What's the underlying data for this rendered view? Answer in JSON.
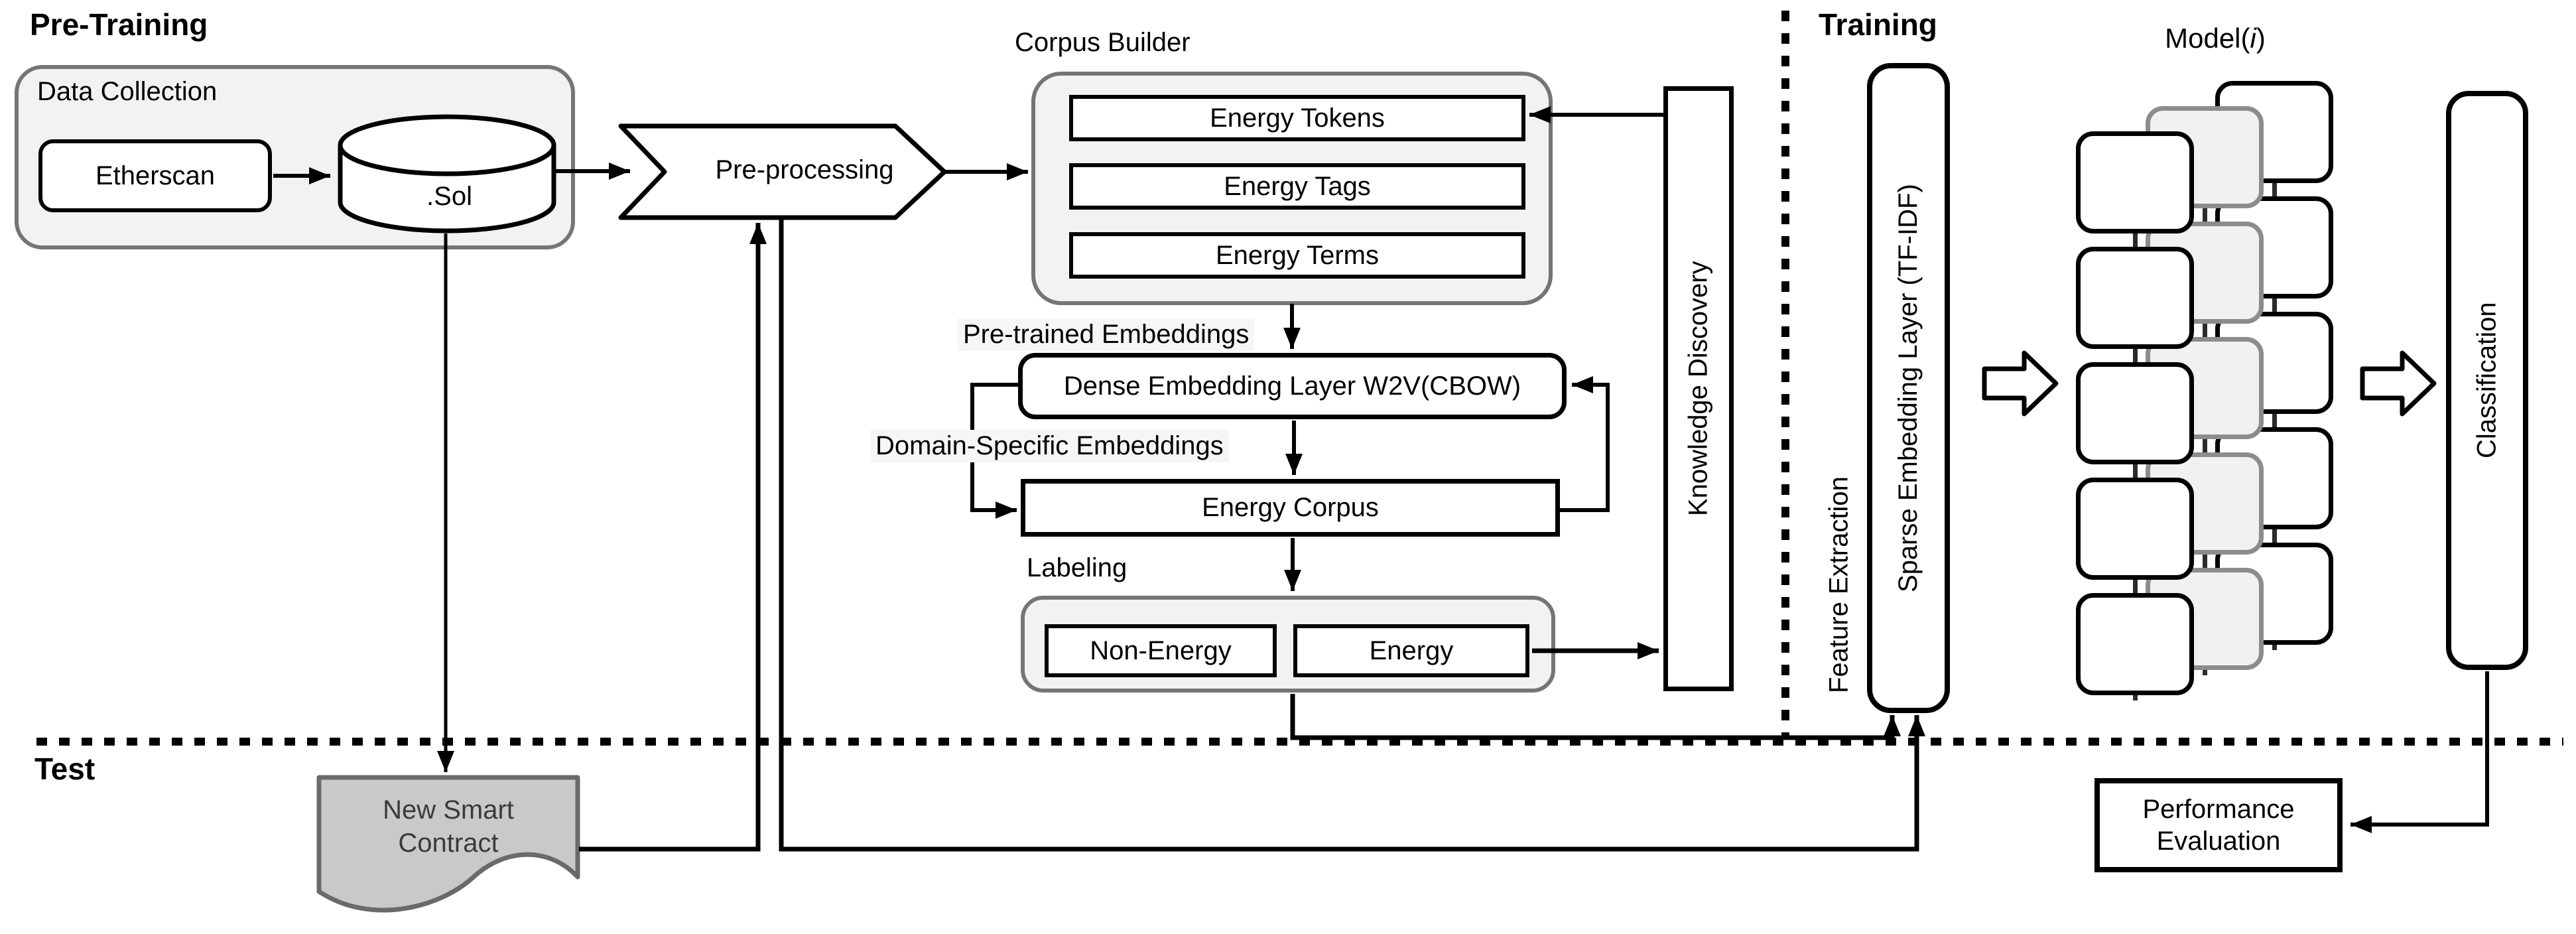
{
  "sections": {
    "pretraining": "Pre-Training",
    "training": "Training",
    "test": "Test"
  },
  "data_collection": {
    "title": "Data Collection",
    "source": "Etherscan",
    "database": ".Sol"
  },
  "preprocessing": {
    "label": "Pre-processing"
  },
  "corpus_builder": {
    "title": "Corpus Builder",
    "rows": [
      "Energy Tokens",
      "Energy Tags",
      "Energy Terms"
    ]
  },
  "embeddings": {
    "pretrained_caption": "Pre-trained Embeddings",
    "dense_layer": "Dense Embedding Layer W2V(CBOW)",
    "domain_caption": "Domain-Specific Embeddings",
    "energy_corpus": "Energy Corpus"
  },
  "labeling": {
    "caption": "Labeling",
    "classes": [
      "Non-Energy",
      "Energy"
    ]
  },
  "knowledge_discovery": {
    "label": "Knowledge Discovery"
  },
  "feature_extraction": {
    "caption": "Feature Extraction",
    "sparse_layer": "Sparse Embedding Layer (TF-IDF)"
  },
  "model": {
    "label_prefix": "Model(",
    "label_var": "i",
    "label_suffix": ")"
  },
  "classification": {
    "label": "Classification"
  },
  "test_flow": {
    "document_line1": "New Smart",
    "document_line2": "Contract"
  },
  "evaluation": {
    "line1": "Performance",
    "line2": "Evaluation"
  },
  "colors": {
    "group_fill": "#f2f2f2",
    "group_border": "#757575",
    "box_border": "#000000",
    "document_fill": "#c9c9c9",
    "document_border": "#6a6a6a",
    "gray_card_fill": "#f1f1f1",
    "gray_card_border": "#8c8c8c",
    "line": "#000000"
  }
}
